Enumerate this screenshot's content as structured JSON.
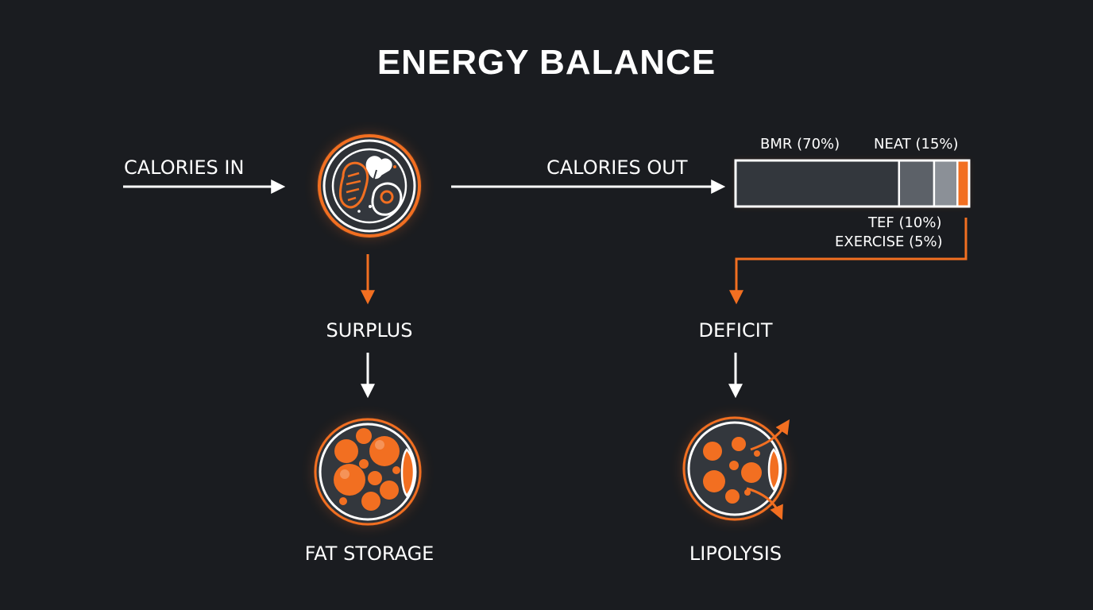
{
  "title": "ENERGY BALANCE",
  "calories_in": "CALORIES IN",
  "calories_out": "CALORIES OUT",
  "surplus": "SURPLUS",
  "deficit": "DEFICIT",
  "fat_storage": "FAT STORAGE",
  "lipolysis": "LIPOLYSIS",
  "expenditure_breakdown": [
    {
      "label": "BMR (70%)",
      "percent": 70,
      "color": "#33373d"
    },
    {
      "label": "NEAT (15%)",
      "percent": 15,
      "color": "#5c6168"
    },
    {
      "label": "TEF (10%)",
      "percent": 10,
      "color": "#8b9097"
    },
    {
      "label": "EXERCISE (5%)",
      "percent": 5,
      "color": "#f26f21"
    }
  ],
  "colors": {
    "background": "#1a1c20",
    "accent": "#f26f21",
    "line": "#ffffff",
    "fill_dark": "#33373d"
  },
  "icons": {
    "plate": "food-plate-icon",
    "fat_cell_full": "fat-cell-full-icon",
    "fat_cell_release": "fat-cell-release-icon"
  }
}
